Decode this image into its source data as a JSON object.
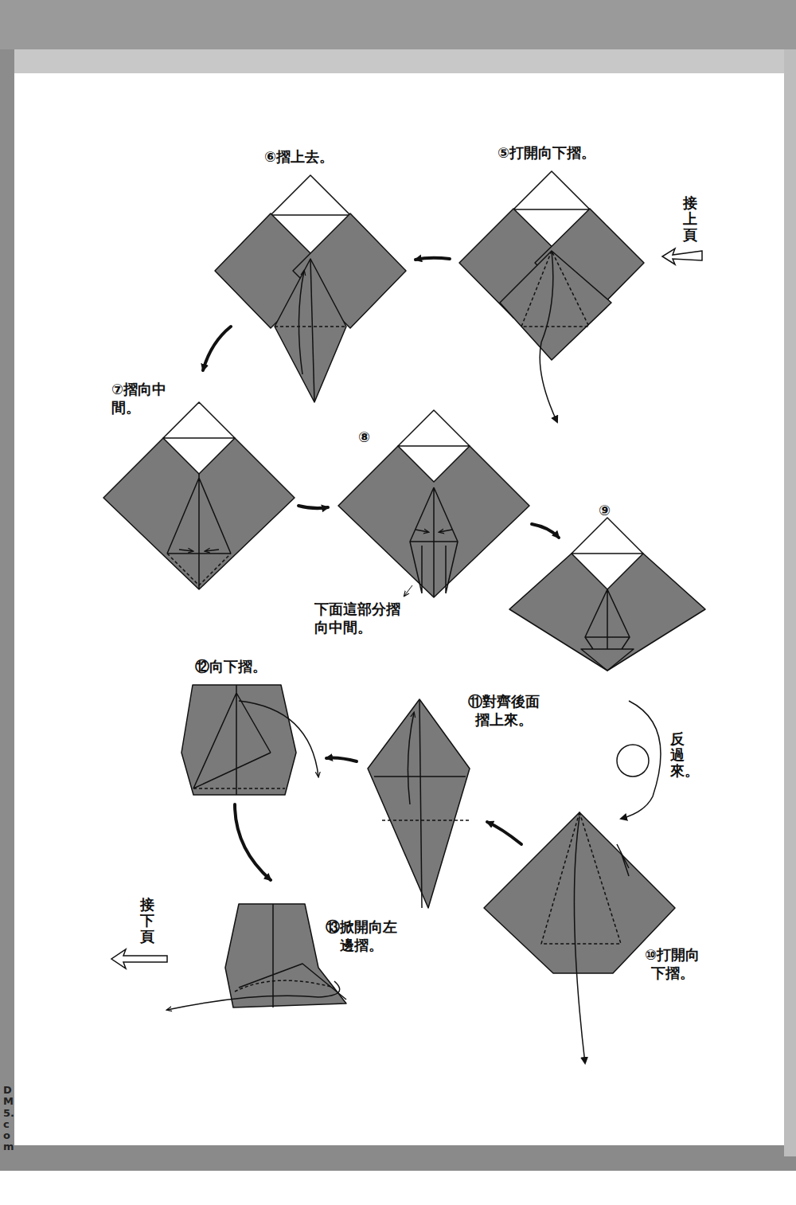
{
  "diagram": {
    "labels": [
      "⑥摺上去。",
      "⑤打開向下摺。",
      "接上頁",
      "⑦摺向中間。",
      "⑧",
      "下面這部分摺向中間。",
      "⑨",
      "⑫向下摺。",
      "⑪對齊後面摺上來。",
      "反過來。",
      "⑩打開向下摺。",
      "⑬掀開向左邊摺。",
      "接下頁",
      "DM5.com"
    ]
  }
}
